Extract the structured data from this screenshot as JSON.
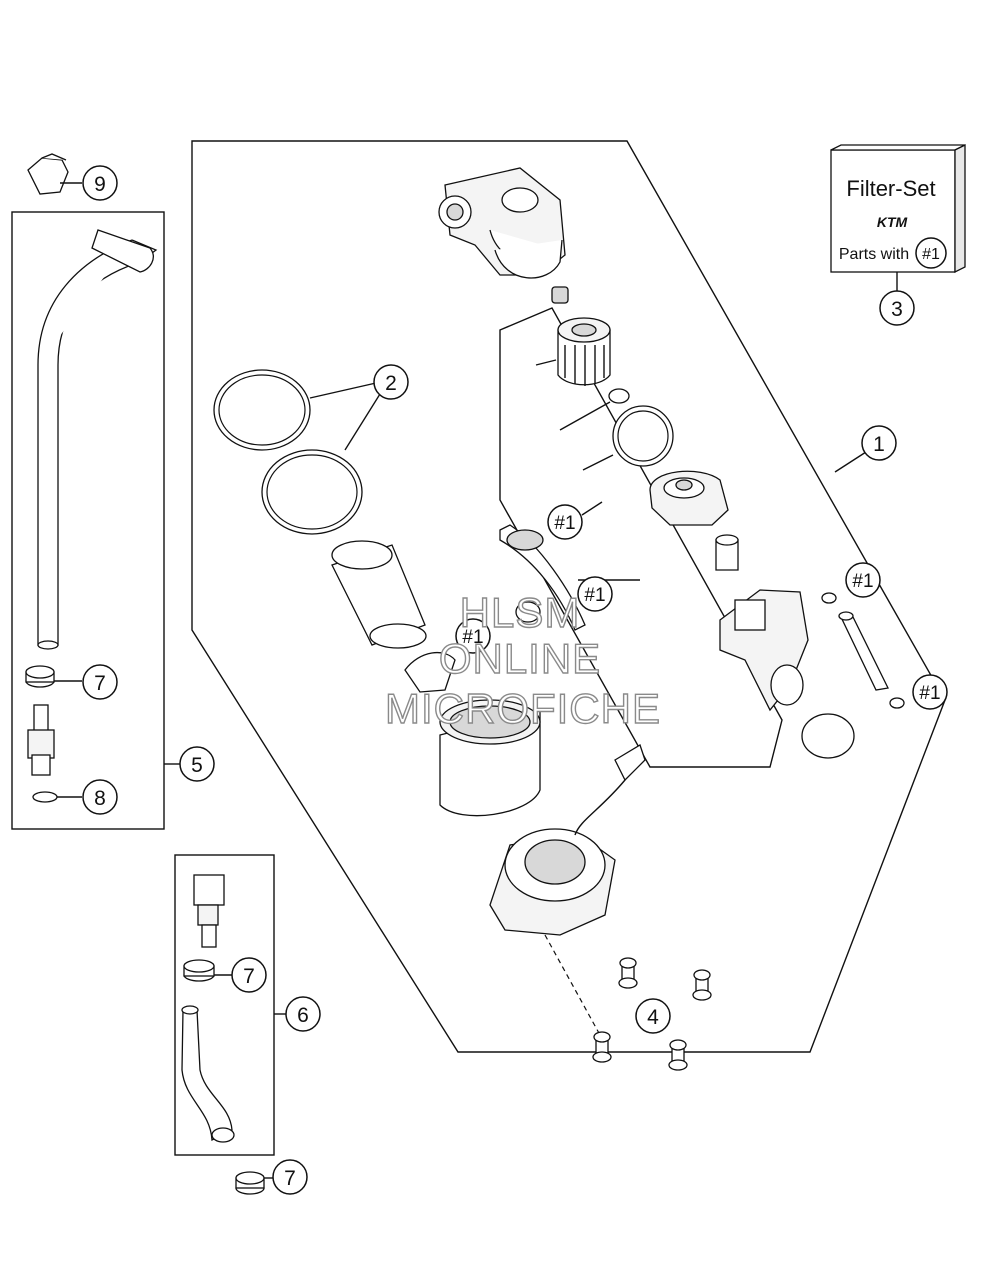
{
  "callouts": {
    "c1": "1",
    "c2": "2",
    "c3": "3",
    "c4": "4",
    "c5": "5",
    "c6": "6",
    "c7a": "7",
    "c7b": "7",
    "c7c": "7",
    "c8": "8",
    "c9": "9"
  },
  "tags": {
    "t1": "#1",
    "t2": "#1",
    "t3": "#1",
    "t4": "#1",
    "t5": "#1"
  },
  "filter_set": {
    "title": "Filter-Set",
    "brand": "KTM",
    "parts_with": "Parts with",
    "tag": "#1"
  },
  "watermark": {
    "line1": "HLSM",
    "line2": "ONLINE",
    "line3": "MICROFICHE"
  }
}
